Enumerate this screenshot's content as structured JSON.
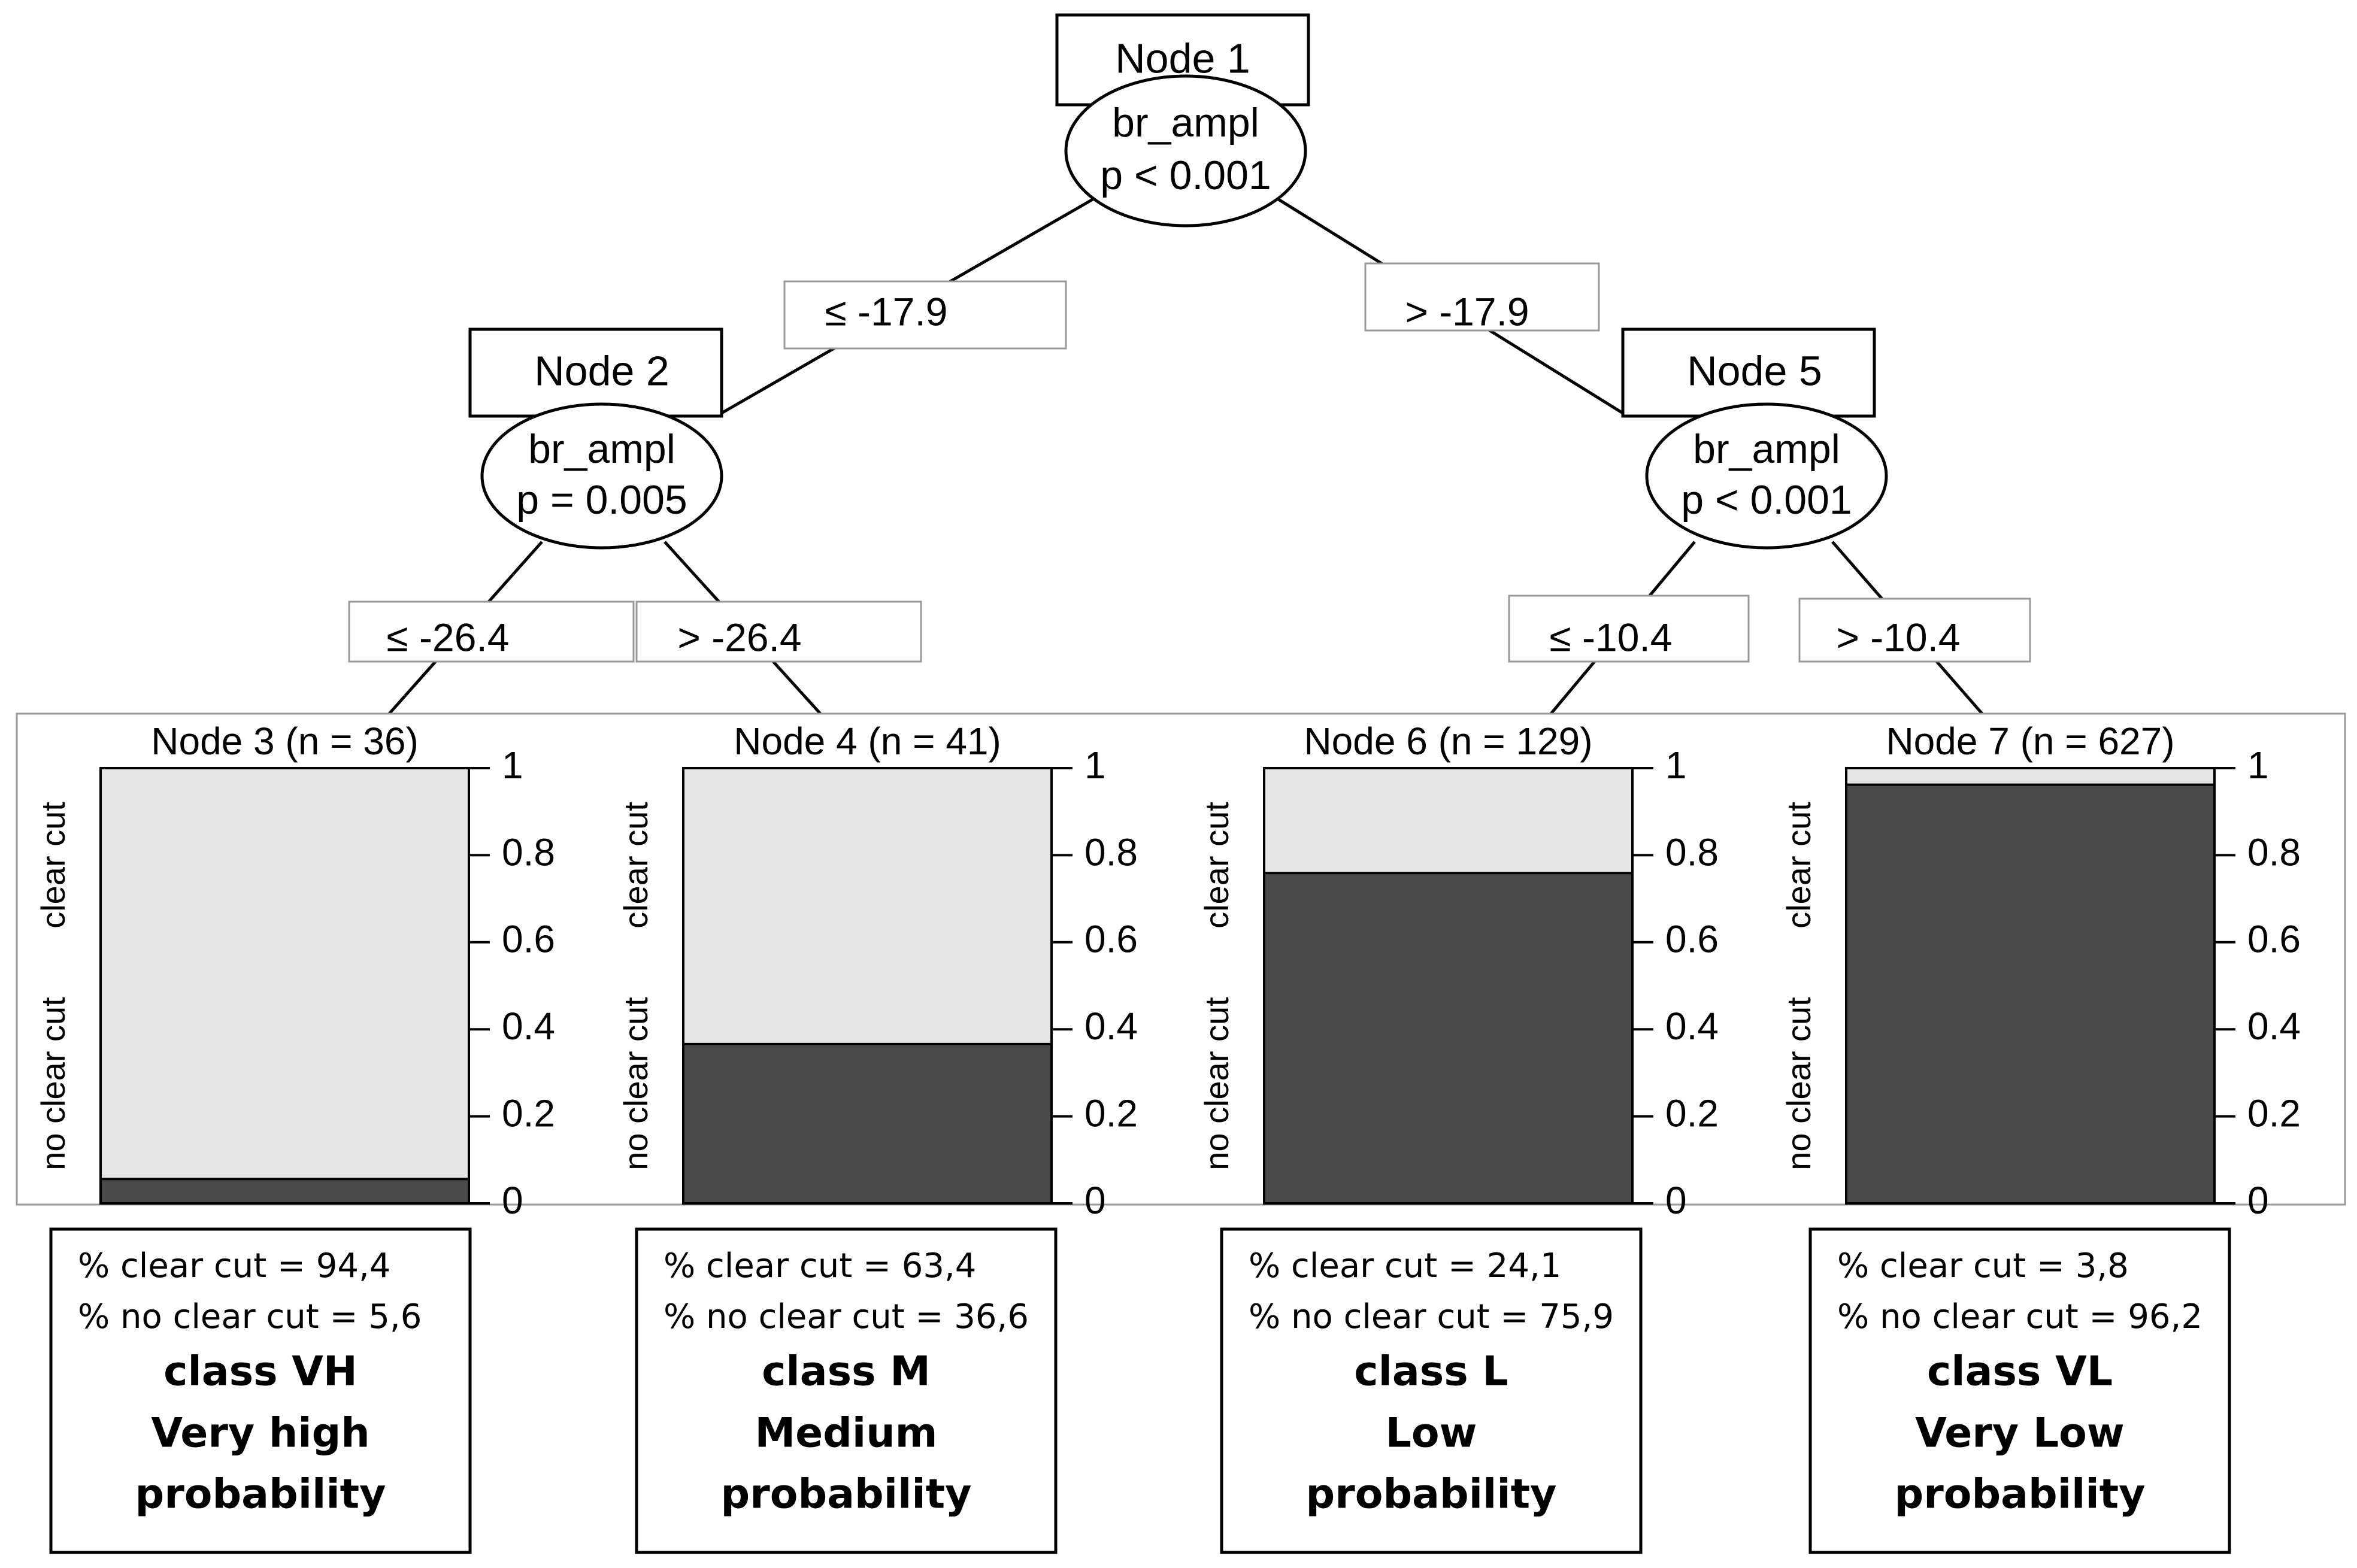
{
  "colors": {
    "clear_cut": "#e6e6e6",
    "no_clear_cut": "#4a4a4a",
    "line": "#000000"
  },
  "nodes": {
    "n1": {
      "title": "Node 1",
      "variable": "br_ampl",
      "pvalue": "p < 0.001"
    },
    "n2": {
      "title": "Node 2",
      "variable": "br_ampl",
      "pvalue": "p = 0.005"
    },
    "n5": {
      "title": "Node 5",
      "variable": "br_ampl",
      "pvalue": "p < 0.001"
    }
  },
  "edges": {
    "n1_left": "≤ -17.9",
    "n1_right": "> -17.9",
    "n2_left": "≤ -26.4",
    "n2_right": "> -26.4",
    "n5_left": "≤ -10.4",
    "n5_right": "> -10.4"
  },
  "terminal_axis": {
    "ylabel_top": "clear cut",
    "ylabel_bottom": "no clear cut",
    "ticks": [
      "1",
      "0.8",
      "0.6",
      "0.4",
      "0.2",
      "0"
    ]
  },
  "chart_data": {
    "type": "bar",
    "stacked": true,
    "categories": [
      "Node 3 (n = 36)",
      "Node 4 (n = 41)",
      "Node 6 (n = 129)",
      "Node 7 (n = 627)"
    ],
    "series": [
      {
        "name": "no clear cut",
        "values": [
          0.056,
          0.366,
          0.759,
          0.962
        ]
      },
      {
        "name": "clear cut",
        "values": [
          0.944,
          0.634,
          0.241,
          0.038
        ]
      }
    ],
    "ylim": [
      0,
      1
    ]
  },
  "terminals": [
    {
      "title": "Node 3 (n = 36)",
      "stat_clear": "% clear cut = 94,4",
      "stat_noclear": "% no clear cut = 5,6",
      "class_label": "class VH",
      "prob_line1": "Very high",
      "prob_line2": "probability"
    },
    {
      "title": "Node 4 (n = 41)",
      "stat_clear": "% clear cut = 63,4",
      "stat_noclear": "% no clear cut = 36,6",
      "class_label": "class M",
      "prob_line1": "Medium",
      "prob_line2": "probability"
    },
    {
      "title": "Node 6 (n = 129)",
      "stat_clear": "% clear cut =  24,1",
      "stat_noclear": "% no clear cut = 75,9",
      "class_label": "class L",
      "prob_line1": "Low",
      "prob_line2": "probability"
    },
    {
      "title": "Node 7 (n = 627)",
      "stat_clear": "% clear cut = 3,8",
      "stat_noclear": "% no clear cut = 96,2",
      "class_label": "class VL",
      "prob_line1": "Very Low",
      "prob_line2": "probability"
    }
  ]
}
